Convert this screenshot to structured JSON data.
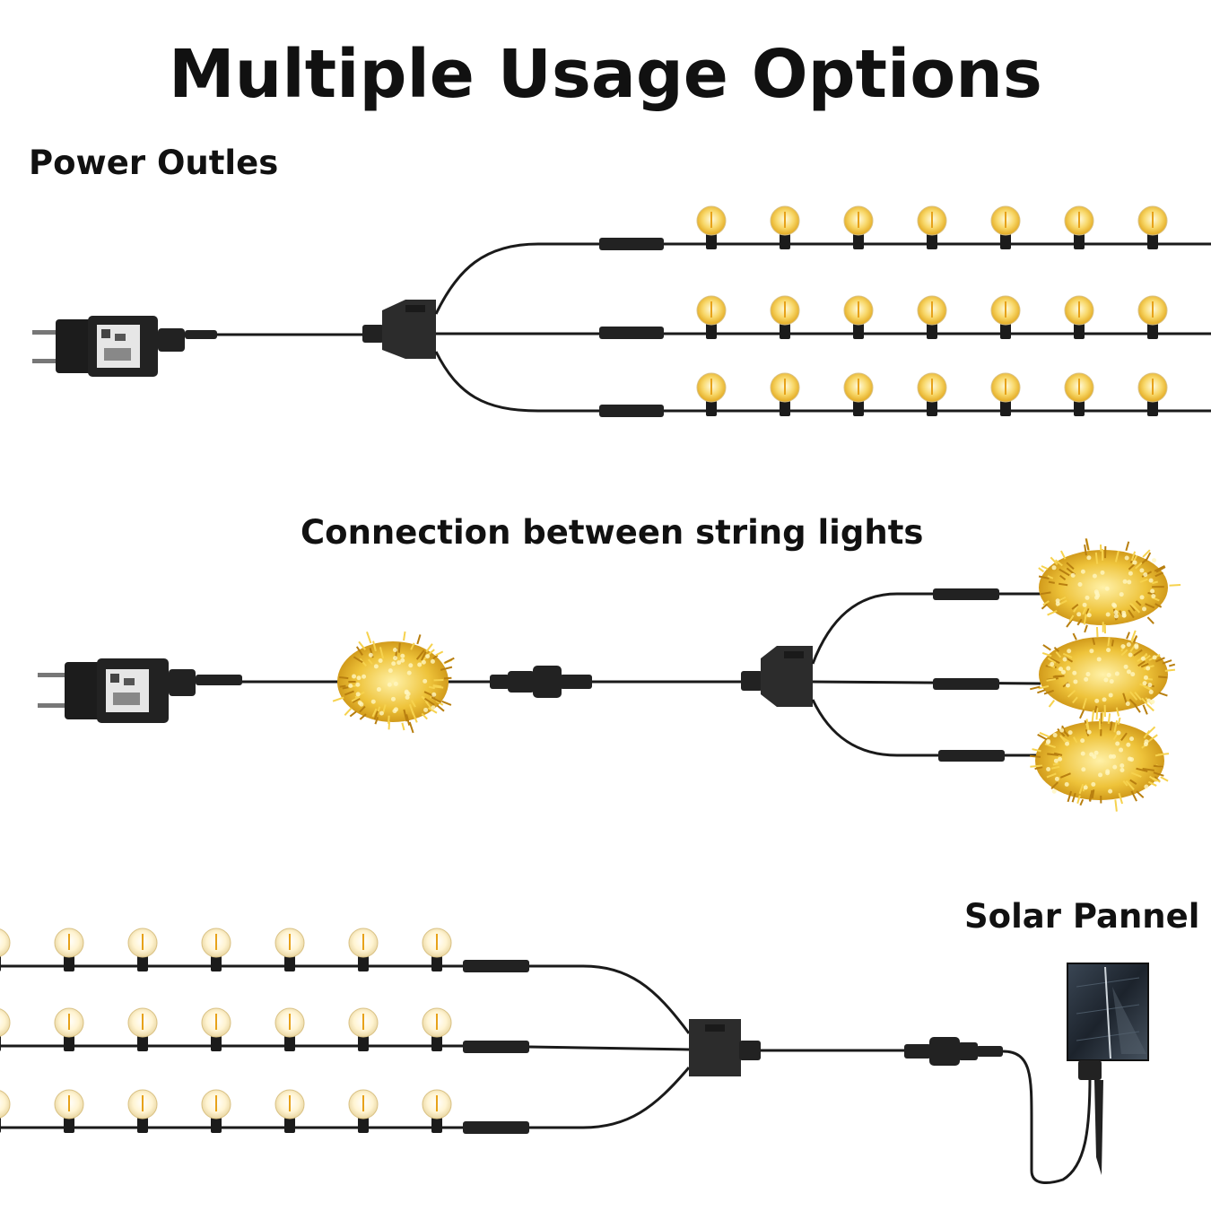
{
  "title": "Multiple Usage Options",
  "sections": {
    "power_outlet": {
      "label": "Power Outles"
    },
    "connection": {
      "label": "Connection between string lights"
    },
    "solar": {
      "label": "Solar Pannel"
    }
  },
  "colors": {
    "cable": "#1a1a1a",
    "bulb_warm": "#f2c230",
    "bulb_glow": "#fff2b8",
    "bulb_cool": "#fff8e6",
    "cluster": "#e9b826",
    "solar_panel": "#1f2730"
  },
  "icons": [
    "power-plug-icon",
    "splitter-icon",
    "bulb-icon",
    "light-cluster-icon",
    "solar-panel-icon"
  ]
}
